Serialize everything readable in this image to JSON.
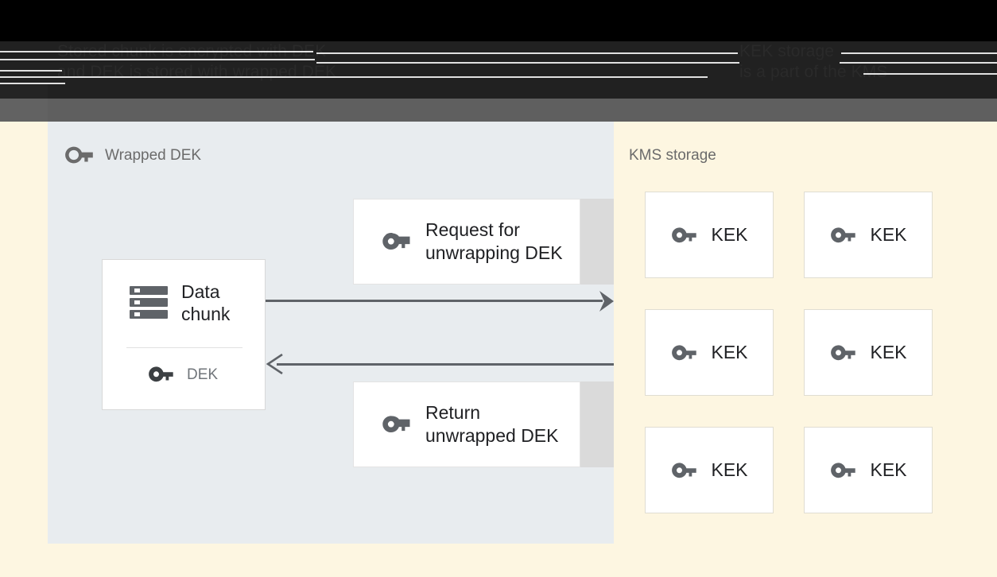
{
  "chrome": {
    "caption_left": "Stored chunk is encrypted with DEK\nand DEK is stored with wrapped DEK",
    "caption_right": "KEK storage\nis a part of the KMS"
  },
  "left_panel": {
    "title": "Wrapped DEK",
    "title_icon": "key-icon",
    "data_chunk": {
      "icon": "storage-icon",
      "label": "Data\nchunk",
      "dek_icon": "key-icon",
      "dek_label": "DEK"
    },
    "messages": [
      {
        "icon": "key-icon",
        "label": "Request for\nunwrapping DEK"
      },
      {
        "icon": "key-icon",
        "label": "Return\nunwrapped DEK"
      }
    ],
    "arrows": [
      {
        "name": "request-arrow",
        "direction": "right",
        "style": "solid-head"
      },
      {
        "name": "return-arrow",
        "direction": "left",
        "style": "open-head"
      }
    ]
  },
  "right_panel": {
    "title": "KMS storage",
    "keys": [
      {
        "icon": "key-icon",
        "label": "KEK"
      },
      {
        "icon": "key-icon",
        "label": "KEK"
      },
      {
        "icon": "key-icon",
        "label": "KEK"
      },
      {
        "icon": "key-icon",
        "label": "KEK"
      },
      {
        "icon": "key-icon",
        "label": "KEK"
      },
      {
        "icon": "key-icon",
        "label": "KEK"
      }
    ]
  },
  "colors": {
    "background": "#fdf6e1",
    "left_panel": "#e8ecef",
    "band_black": "#000000",
    "band_dark": "#212121",
    "band_gray": "#5f5f5f",
    "icon_gray": "#5f6368",
    "text_primary": "#202124",
    "text_secondary": "#6b6b6b",
    "card_white": "#ffffff"
  }
}
